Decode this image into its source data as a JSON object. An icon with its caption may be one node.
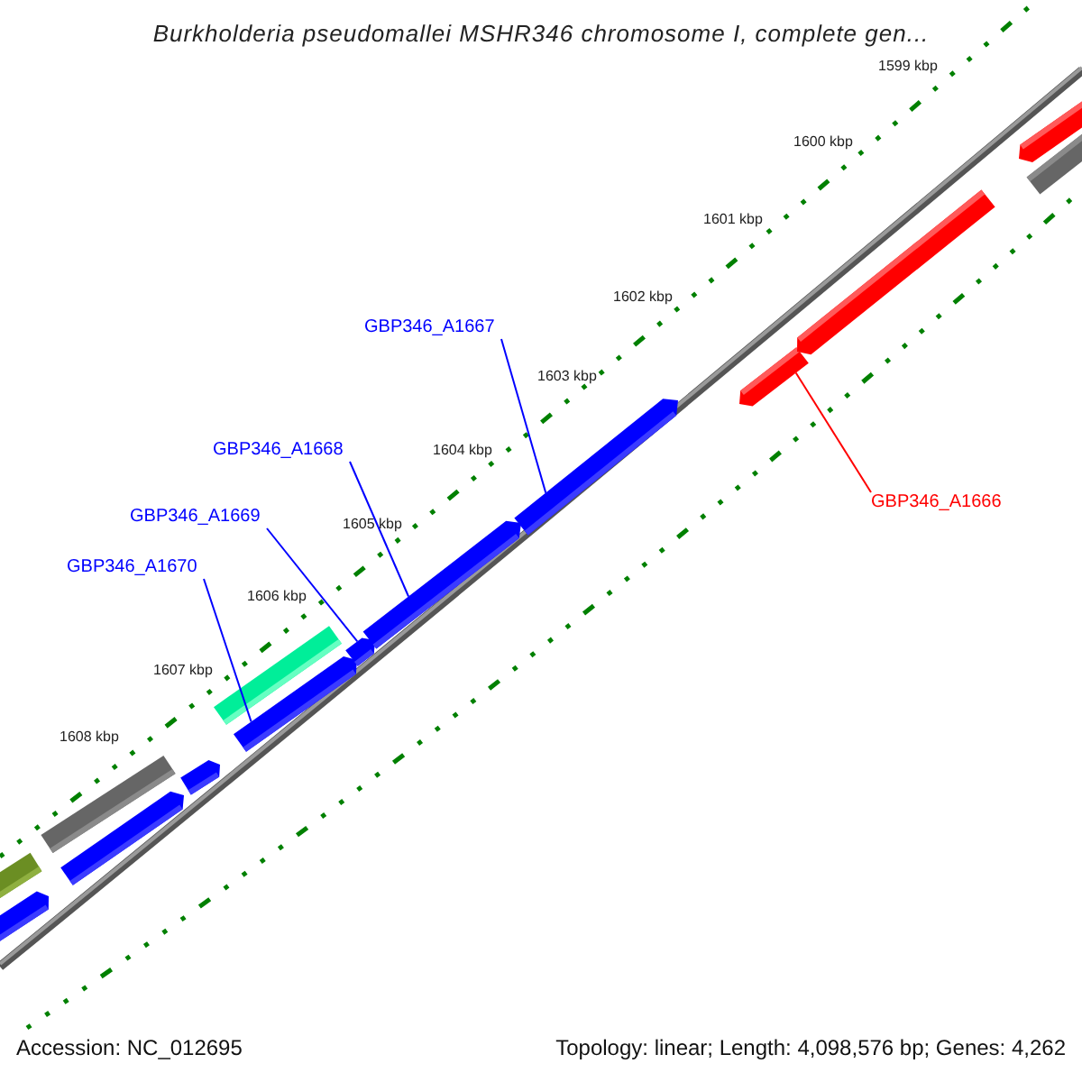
{
  "diagram": {
    "title": "Burkholderia pseudomallei MSHR346 chromosome I, complete gen...",
    "nodes": [
      {
        "text": [
          "GBP346_A1667"
        ]
      },
      {
        "text": [
          "GBP346_A1668"
        ]
      },
      {
        "text": [
          "GBP346_A1669"
        ]
      },
      {
        "text": [
          "GBP346_A1670"
        ]
      },
      {
        "text": [
          "GBP346_A1666"
        ]
      },
      {
        "text": [],
        "shape": "bar"
      },
      {
        "text": [],
        "shape": "bar"
      },
      {
        "text": [],
        "shape": "bar"
      },
      {
        "text": [],
        "shape": "bar"
      },
      {
        "text": [],
        "shape": "bar"
      },
      {
        "text": [],
        "shape": "bar"
      },
      {
        "text": [],
        "shape": "bar"
      },
      {
        "text": [],
        "shape": "bar"
      },
      {
        "text": [],
        "shape": "bar"
      },
      {
        "text": [],
        "shape": "bar"
      },
      {
        "text": [],
        "shape": "bar"
      },
      {
        "text": [],
        "shape": "bar"
      },
      {
        "text": [],
        "shape": "bar"
      },
      {
        "text": [],
        "shape": "bar"
      }
    ],
    "edges": [
      {
        "from": 0,
        "to": 14,
        "arrow": "none"
      },
      {
        "from": 1,
        "to": 13,
        "arrow": "none"
      },
      {
        "from": 2,
        "to": 12,
        "arrow": "none"
      },
      {
        "from": 3,
        "to": 11,
        "arrow": "none"
      },
      {
        "from": 4,
        "to": 15,
        "arrow": "none",
        "color": "#ff0000"
      }
    ],
    "labels": [
      "1599 kbp",
      "1600 kbp",
      "1601 kbp",
      "1602 kbp",
      "1603 kbp",
      "1604 kbp",
      "1605 kbp",
      "1606 kbp",
      "1607 kbp",
      "1608 kbp",
      "Accession: NC_012695",
      "Topology: linear; Length: 4,098,576 bp; Genes: 4,262"
    ]
  }
}
